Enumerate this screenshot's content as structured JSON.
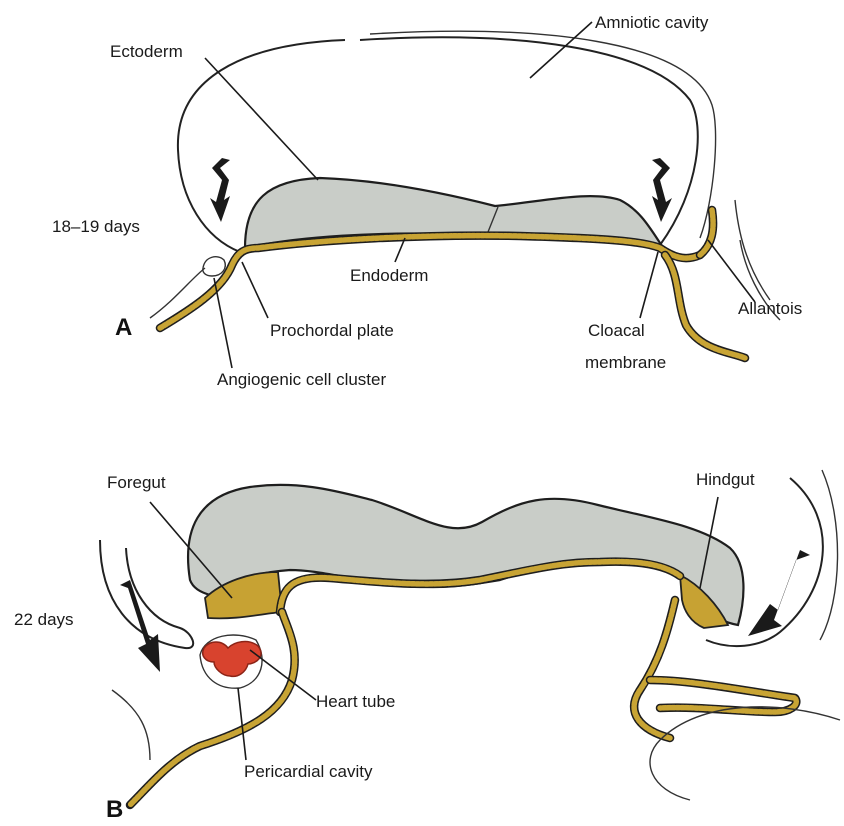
{
  "panel_a": {
    "letter": "A",
    "age": "18–19 days",
    "labels": {
      "amniotic_cavity": "Amniotic cavity",
      "ectoderm": "Ectoderm",
      "endoderm": "Endoderm",
      "prochordal_plate": "Prochordal plate",
      "angiogenic_cell_cluster": "Angiogenic cell cluster",
      "cloacal_membrane_line1": "Cloacal",
      "cloacal_membrane_line2": "membrane",
      "allantois": "Allantois"
    }
  },
  "panel_b": {
    "letter": "B",
    "age": "22 days",
    "labels": {
      "foregut": "Foregut",
      "hindgut": "Hindgut",
      "heart_tube": "Heart tube",
      "pericardial_cavity": "Pericardial cavity"
    }
  },
  "colors": {
    "ectoderm": "#c9cdc8",
    "endoderm": "#c8a434",
    "heart_tube": "#d8432e"
  }
}
